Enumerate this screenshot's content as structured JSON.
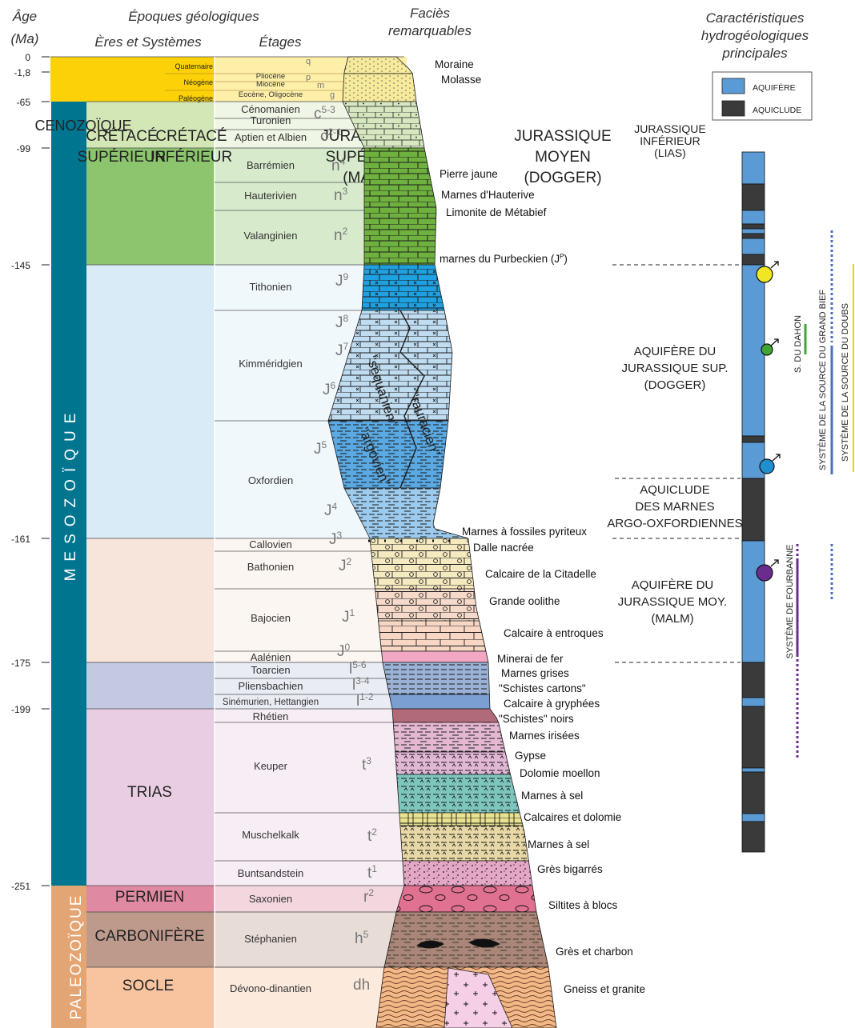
{
  "headers": {
    "age": "Âge",
    "age_unit": "(Ma)",
    "epoques": "Époques géologiques",
    "eres": "Ères et Systèmes",
    "etages": "Étages",
    "facies_1": "Faciès",
    "facies_2": "remarquables",
    "hydro_1": "Caractéristiques",
    "hydro_2": "hydrogéologiques",
    "hydro_3": "principales"
  },
  "legend": {
    "aquifer": "AQUIFÈRE",
    "aquiclude": "AQUICLUDE",
    "aquifer_color": "#5b9bd5",
    "aquiclude_color": "#3a3a3a"
  },
  "ages": [
    "0",
    "-1,8",
    "-65",
    "-99",
    "-145",
    "-161",
    "-175",
    "-199",
    "-251"
  ],
  "eras": [
    {
      "label": "MESOZOÏQUE",
      "color": "#00758f"
    },
    {
      "label": "PALEOZOÏQUE",
      "color": "#e3a574"
    }
  ],
  "systems": [
    {
      "label": "CENOZOÏQUE",
      "color": "#fcd107"
    },
    {
      "label": "CRÉTACÉ SUPÉRIEUR",
      "color": "#d3e6b5"
    },
    {
      "label": "CRÉTACÉ INFÉRIEUR",
      "color": "#8cc56d"
    },
    {
      "label": "JURASSIQUE SUPÉRIEUR (MALM)",
      "color": "#d8ebf7"
    },
    {
      "label": "JURASSIQUE MOYEN (DOGGER)",
      "color": "#f7e4da"
    },
    {
      "label": "JURASSIQUE INFÉRIEUR (LIAS)",
      "color": "#c3c9e0"
    },
    {
      "label": "TRIAS",
      "color": "#e9cde3"
    },
    {
      "label": "PERMIEN",
      "color": "#df8aa2"
    },
    {
      "label": "CARBONIFÈRE",
      "color": "#bd9a8c"
    },
    {
      "label": "SOCLE",
      "color": "#f7c49f"
    }
  ],
  "cenozoic_subsystems": [
    "Quaternaire",
    "Néogène",
    "Paléogène"
  ],
  "stages": [
    "Pliocène",
    "Miocène",
    "Eocène, Oligocène",
    "Cénomanien",
    "Turonien",
    "Aptien et Albien",
    "Barrémien",
    "Hauterivien",
    "Valanginien",
    "Tithonien",
    "Kimméridgien",
    "Oxfordien",
    "Callovien",
    "Bathonien",
    "Bajocien",
    "Aalénien",
    "Toarcien",
    "Pliensbachien",
    "Sinémurien, Hettangien",
    "Rhétien",
    "Keuper",
    "Muschelkalk",
    "Buntsandstein",
    "Saxonien",
    "Stéphanien",
    "Dévono-dinantien"
  ],
  "notations": [
    "q",
    "p",
    "m",
    "g",
    "c5-3",
    "c2-1",
    "n4",
    "n3",
    "n2",
    "J9",
    "J8",
    "J7",
    "J6",
    "J5",
    "J4",
    "J3",
    "J2",
    "J1",
    "J0",
    "l5-6",
    "l3-4",
    "l1-2",
    "t3",
    "t2",
    "t1",
    "r2",
    "h5",
    "dh"
  ],
  "facies": [
    "Moraine",
    "Molasse",
    "Pierre jaune",
    "Marnes d'Hauterive",
    "Limonite de Métabief",
    "marnes du Purbeckien (JP)",
    "Marnes à fossiles pyriteux",
    "Dalle nacrée",
    "Calcaire de la Citadelle",
    "Grande oolithe",
    "Calcaire à entroques",
    "Minerai de fer",
    "Marnes grises",
    "\"Schistes cartons\"",
    "Calcaire à gryphées",
    "\"Schistes\" noirs",
    "Marnes irisées",
    "Gypse",
    "Dolomie moellon",
    "Marnes à sel",
    "Calcaires et dolomie",
    "Marnes à sel",
    "Grès bigarrés",
    "Siltites à blocs",
    "Grès et charbon",
    "Gneiss et granite"
  ],
  "column_labels": [
    "\"séquanien\"",
    "\"rauracien\"",
    "\"argovien\""
  ],
  "hydro_units": [
    "AQUIFÈRE DU JURASSIQUE SUP. (DOGGER)",
    "AQUICLUDE DES MARNES ARGO-OXFORDIENNES",
    "AQUIFÈRE DU JURASSIQUE MOY. (MALM)"
  ],
  "systems_labels": [
    "S. DU DAHON",
    "SYSTÈME DE LA SOURCE DU GRAND BIEF",
    "SYSTÈME DE LA SOURCE DU DOUBS",
    "SYSTÈME DE FOURBANNE"
  ],
  "spring_colors": [
    "#f0e624",
    "#3fa535",
    "#1f8fcf",
    "#6a2c8e"
  ]
}
